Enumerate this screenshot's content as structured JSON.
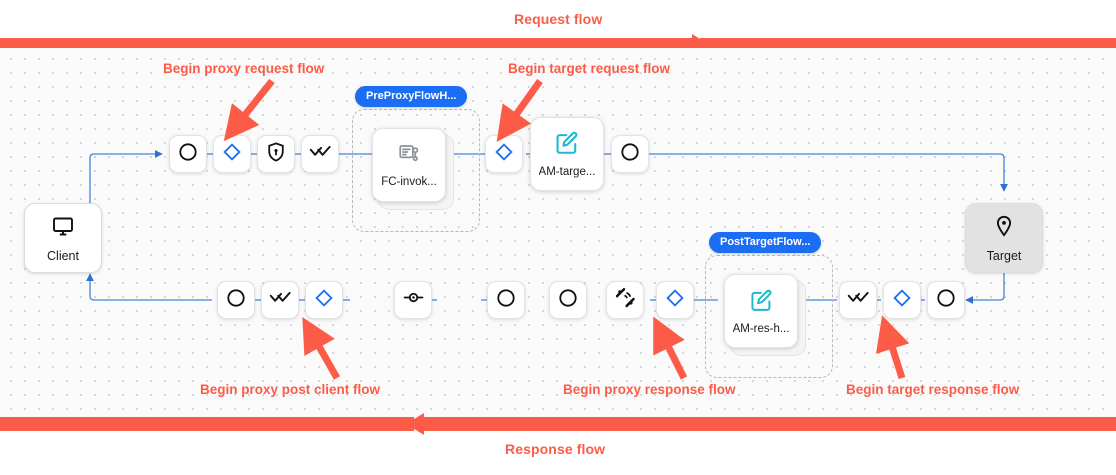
{
  "banners": {
    "request": {
      "label": "Request flow",
      "color": "#fc5c47",
      "direction": "right"
    },
    "response": {
      "label": "Response flow",
      "color": "#fc5c47",
      "direction": "left"
    }
  },
  "annotations": [
    {
      "label": "Begin proxy request flow",
      "name": "annotation-begin-proxy-request-flow"
    },
    {
      "label": "Begin target request flow",
      "name": "annotation-begin-target-request-flow"
    },
    {
      "label": "Begin proxy post client flow",
      "name": "annotation-begin-proxy-post-client-flow"
    },
    {
      "label": "Begin proxy response flow",
      "name": "annotation-begin-proxy-response-flow"
    },
    {
      "label": "Begin target response flow",
      "name": "annotation-begin-target-response-flow"
    }
  ],
  "endpoints": {
    "client": {
      "label": "Client",
      "icon": "monitor-icon"
    },
    "target": {
      "label": "Target",
      "icon": "location-pin-icon"
    }
  },
  "groups": [
    {
      "badge": "PreProxyFlowH...",
      "card": "FC-invok...",
      "card_icon": "script-task-icon",
      "name": "group-pre-proxy-flow-hook"
    },
    {
      "badge": "PostTargetFlow...",
      "card": "AM-res-h...",
      "card_icon": "edit-square-icon",
      "name": "group-post-target-flow"
    }
  ],
  "top_row": [
    {
      "icon": "circle-icon",
      "name": "node-proxy-request-start"
    },
    {
      "icon": "diamond-icon",
      "name": "node-proxy-request-flow"
    },
    {
      "icon": "shield-lock-icon",
      "name": "node-security-policy"
    },
    {
      "icon": "double-check-icon",
      "name": "node-verify-policy"
    },
    {
      "icon": "diamond-icon",
      "name": "node-target-request-flow"
    },
    {
      "icon": "circle-icon",
      "name": "node-target-request-end"
    }
  ],
  "bottom_row": [
    {
      "icon": "circle-icon",
      "name": "node-post-client-start"
    },
    {
      "icon": "double-check-icon",
      "name": "node-post-client-verify"
    },
    {
      "icon": "diamond-icon",
      "name": "node-proxy-post-client-flow"
    },
    {
      "icon": "link-node-icon",
      "name": "node-connector"
    },
    {
      "icon": "circle-icon",
      "name": "node-response-mid-a"
    },
    {
      "icon": "circle-icon",
      "name": "node-response-mid-b"
    },
    {
      "icon": "broadcast-icon",
      "name": "node-message-logging"
    },
    {
      "icon": "diamond-icon",
      "name": "node-proxy-response-flow"
    },
    {
      "icon": "double-check-icon",
      "name": "node-target-response-verify"
    },
    {
      "icon": "diamond-icon",
      "name": "node-target-response-flow"
    },
    {
      "icon": "circle-icon",
      "name": "node-target-response-end"
    }
  ],
  "colors": {
    "accent_red": "#fc5c47",
    "accent_blue": "#1b6ef3",
    "edge_blue": "#4785d8",
    "icon_teal": "#1cb8cc",
    "canvas_bg": "#fafafa"
  }
}
